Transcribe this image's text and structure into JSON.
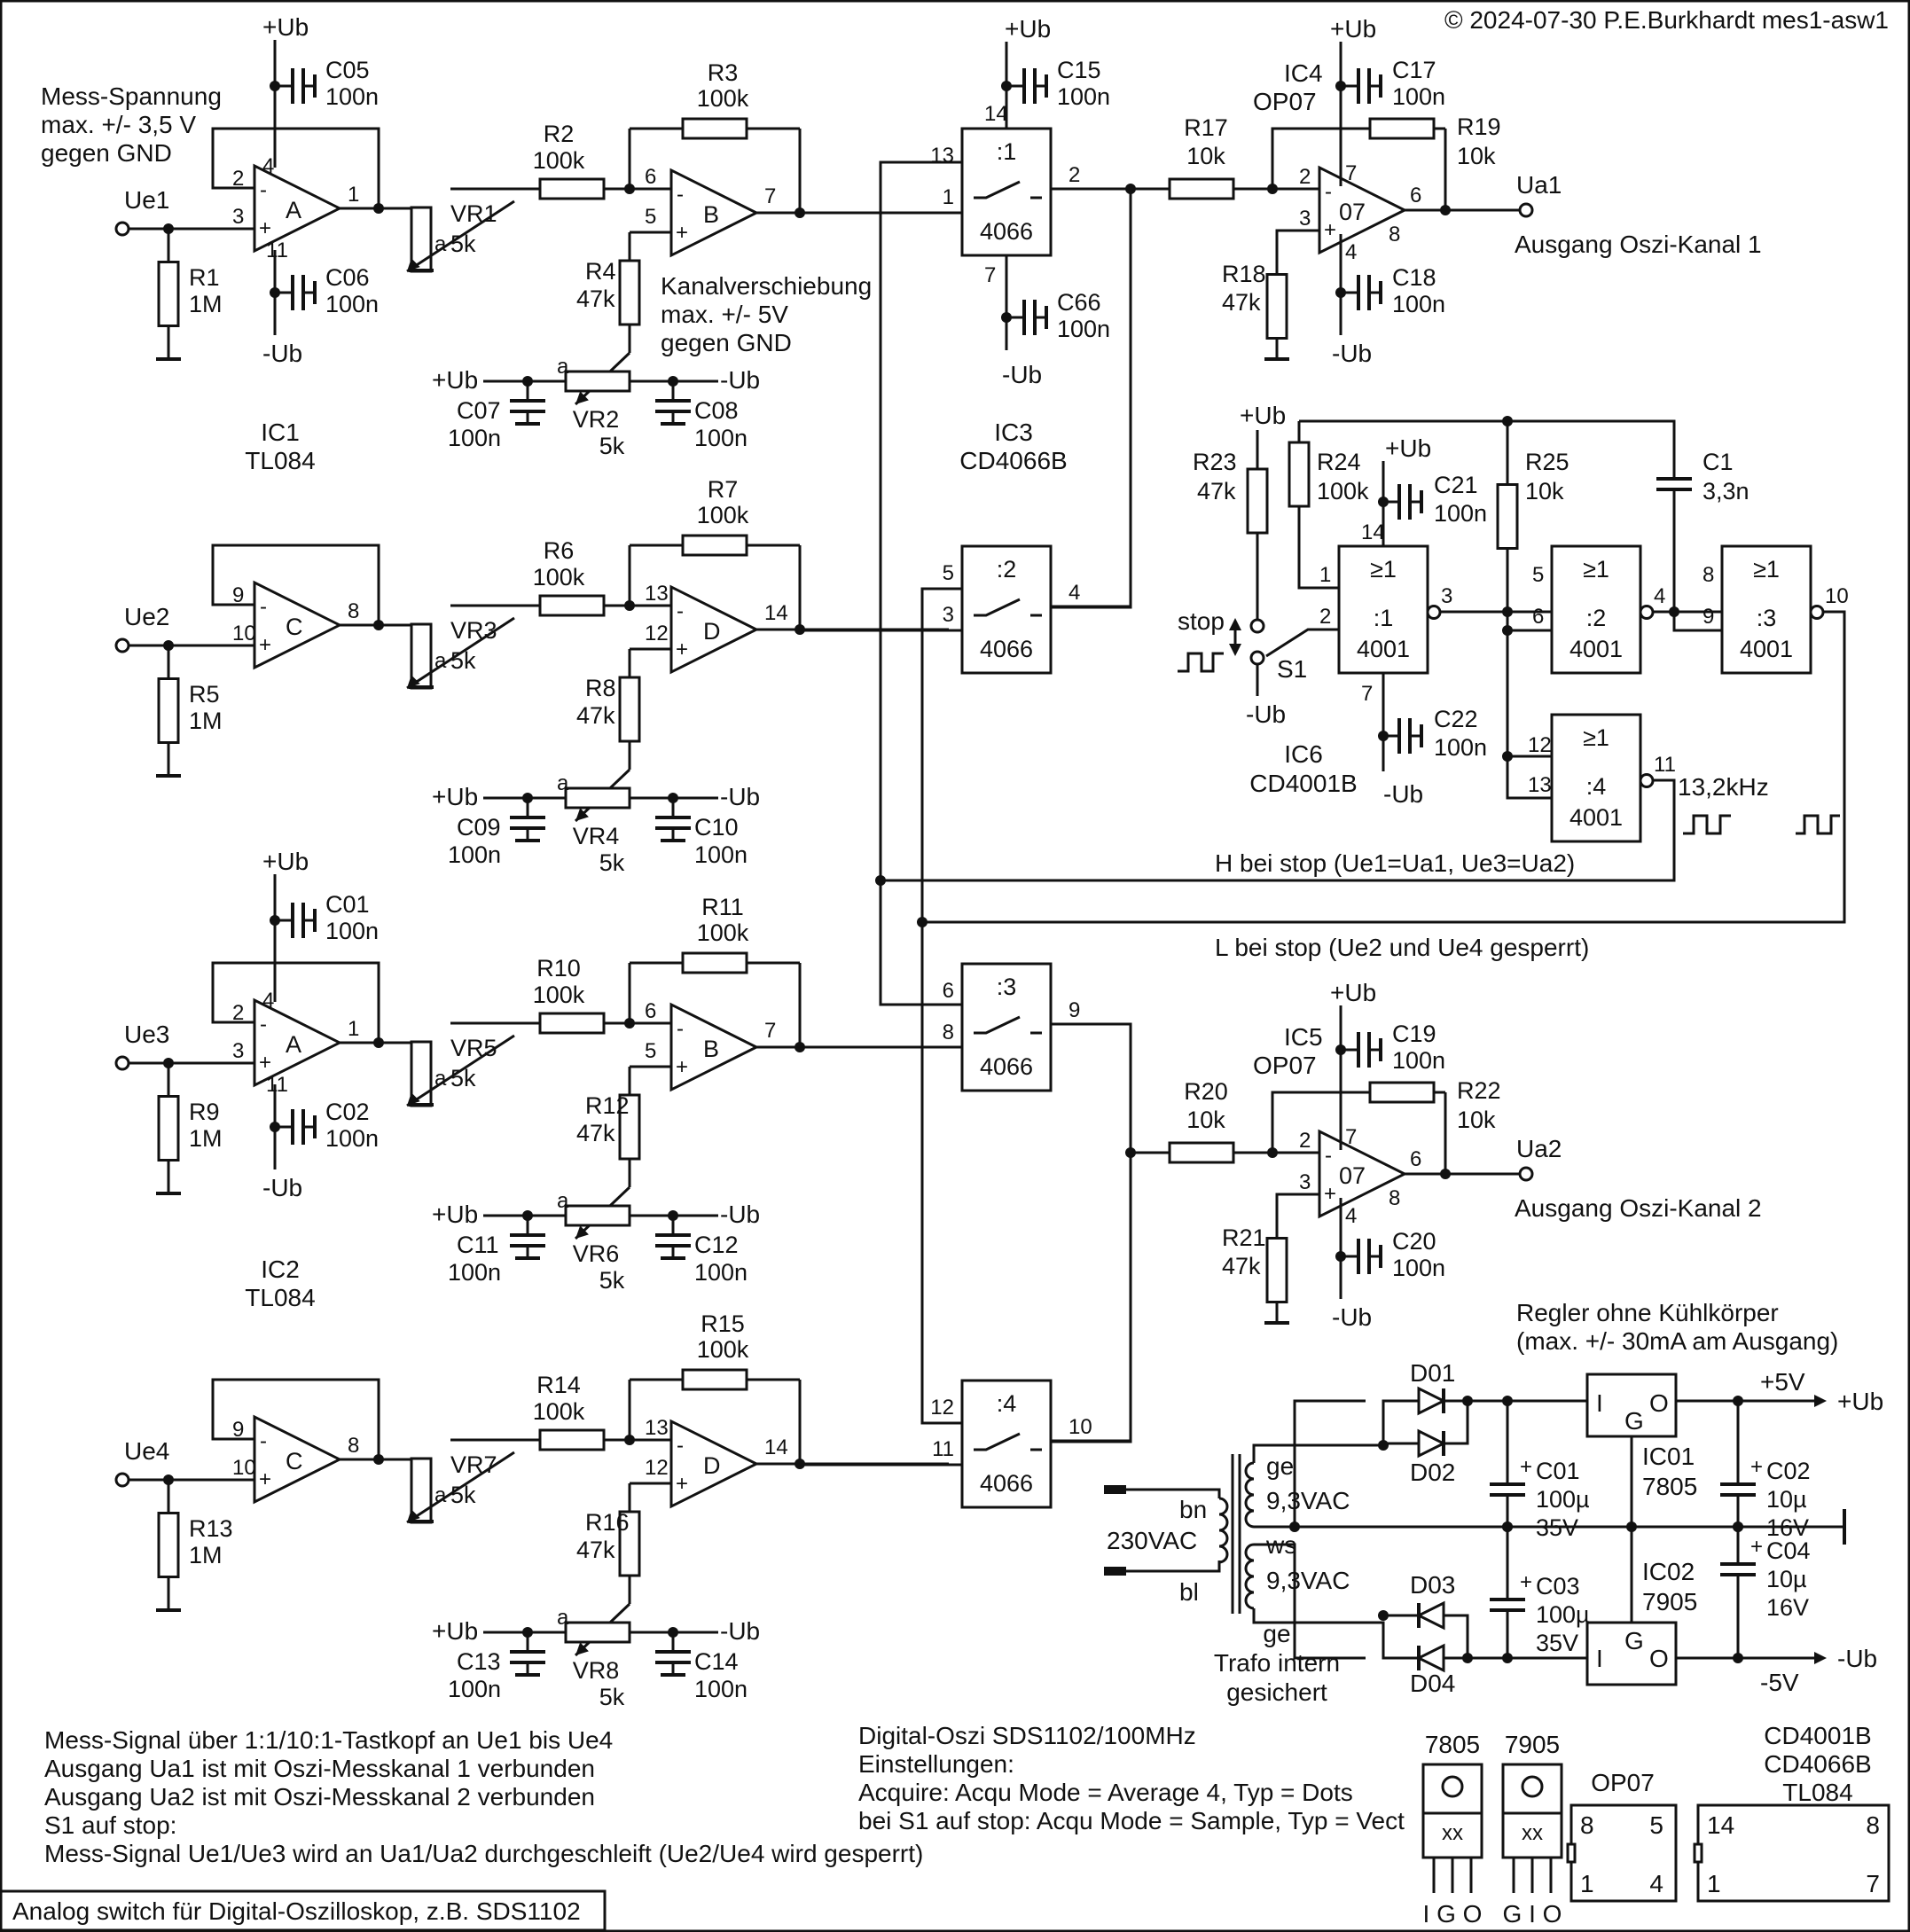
{
  "copyright": "© 2024-07-30 P.E.Burkhardt mes1-asw1",
  "footer_title": "Analog switch für Digital-Oszilloskop, z.B. SDS1102",
  "supply": {
    "pos": "+Ub",
    "neg": "-Ub"
  },
  "input_note": [
    "Mess-Spannung",
    "max. +/- 3,5 V",
    "gegen GND"
  ],
  "offset_note": [
    "Kanalverschiebung",
    "max. +/- 5V",
    "gegen GND"
  ],
  "inputs": [
    "Ue1",
    "Ue2",
    "Ue3",
    "Ue4"
  ],
  "outputs": [
    {
      "name": "Ua1",
      "desc": "Ausgang Oszi-Kanal 1"
    },
    {
      "name": "Ua2",
      "desc": "Ausgang Oszi-Kanal 2"
    }
  ],
  "ic_labels": [
    {
      "ref": "IC1",
      "type": "TL084"
    },
    {
      "ref": "IC2",
      "type": "TL084"
    },
    {
      "ref": "IC3",
      "type": "CD4066B"
    },
    {
      "ref": "IC4",
      "type": "OP07"
    },
    {
      "ref": "IC5",
      "type": "OP07"
    },
    {
      "ref": "IC6",
      "type": "CD4001B"
    }
  ],
  "opamp_channels": [
    {
      "inp": "Ue1",
      "rin": [
        "R1",
        "1M"
      ],
      "buf": "A",
      "buf_pins": [
        "2",
        "3",
        "1",
        "4",
        "11"
      ],
      "pot": [
        "VR1",
        "5k"
      ],
      "rs": [
        "R2",
        "100k"
      ],
      "rf": [
        "R3",
        "100k"
      ],
      "amp": "B",
      "amp_pins": [
        "6",
        "5",
        "7"
      ],
      "ro": [
        "R4",
        "47k"
      ],
      "vr": [
        "VR2",
        "5k"
      ],
      "cl": [
        "C07",
        "100n"
      ],
      "cr": [
        "C08",
        "100n"
      ],
      "cp": [
        "C05",
        "100n"
      ],
      "cn": [
        "C06",
        "100n"
      ]
    },
    {
      "inp": "Ue2",
      "rin": [
        "R5",
        "1M"
      ],
      "buf": "C",
      "buf_pins": [
        "9",
        "10",
        "8"
      ],
      "pot": [
        "VR3",
        "5k"
      ],
      "rs": [
        "R6",
        "100k"
      ],
      "rf": [
        "R7",
        "100k"
      ],
      "amp": "D",
      "amp_pins": [
        "13",
        "12",
        "14"
      ],
      "ro": [
        "R8",
        "47k"
      ],
      "vr": [
        "VR4",
        "5k"
      ],
      "cl": [
        "C09",
        "100n"
      ],
      "cr": [
        "C10",
        "100n"
      ]
    },
    {
      "inp": "Ue3",
      "rin": [
        "R9",
        "1M"
      ],
      "buf": "A",
      "buf_pins": [
        "2",
        "3",
        "1",
        "4",
        "11"
      ],
      "pot": [
        "VR5",
        "5k"
      ],
      "rs": [
        "R10",
        "100k"
      ],
      "rf": [
        "R11",
        "100k"
      ],
      "amp": "B",
      "amp_pins": [
        "6",
        "5",
        "7"
      ],
      "ro": [
        "R12",
        "47k"
      ],
      "vr": [
        "VR6",
        "5k"
      ],
      "cl": [
        "C11",
        "100n"
      ],
      "cr": [
        "C12",
        "100n"
      ],
      "cp": [
        "C01",
        "100n"
      ],
      "cn": [
        "C02",
        "100n"
      ]
    },
    {
      "inp": "Ue4",
      "rin": [
        "R13",
        "1M"
      ],
      "buf": "C",
      "buf_pins": [
        "9",
        "10",
        "8"
      ],
      "pot": [
        "VR7",
        "5k"
      ],
      "rs": [
        "R14",
        "100k"
      ],
      "rf": [
        "R15",
        "100k"
      ],
      "amp": "D",
      "amp_pins": [
        "13",
        "12",
        "14"
      ],
      "ro": [
        "R16",
        "47k"
      ],
      "vr": [
        "VR8",
        "5k"
      ],
      "cl": [
        "C13",
        "100n"
      ],
      "cr": [
        "C14",
        "100n"
      ]
    }
  ],
  "switches": [
    {
      "name": ":1",
      "chip": "4066",
      "pins": [
        "13",
        "1",
        "2"
      ]
    },
    {
      "name": ":2",
      "chip": "4066",
      "pins": [
        "5",
        "3",
        "4"
      ]
    },
    {
      "name": ":3",
      "chip": "4066",
      "pins": [
        "6",
        "8",
        "9"
      ]
    },
    {
      "name": ":4",
      "chip": "4066",
      "pins": [
        "12",
        "11",
        "10"
      ]
    }
  ],
  "ic3_pins": {
    "vdd": "14",
    "vss": "7"
  },
  "ic3_caps": [
    [
      "C15",
      "100n"
    ],
    [
      "C66",
      "100n"
    ]
  ],
  "out_stages": [
    {
      "rin": [
        "R17",
        "10k"
      ],
      "rf": [
        "R19",
        "10k"
      ],
      "rg": [
        "R18",
        "47k"
      ],
      "ic": [
        "IC4",
        "OP07"
      ],
      "chip": "07",
      "cp": [
        "C17",
        "100n"
      ],
      "cn": [
        "C18",
        "100n"
      ],
      "pins": [
        "2",
        "3",
        "6",
        "7",
        "4",
        "8"
      ]
    },
    {
      "rin": [
        "R20",
        "10k"
      ],
      "rf": [
        "R22",
        "10k"
      ],
      "rg": [
        "R21",
        "47k"
      ],
      "ic": [
        "IC5",
        "OP07"
      ],
      "chip": "07",
      "cp": [
        "C19",
        "100n"
      ],
      "cn": [
        "C20",
        "100n"
      ],
      "pins": [
        "2",
        "3",
        "6",
        "7",
        "4",
        "8"
      ]
    }
  ],
  "logic": {
    "r23": [
      "R23",
      "47k"
    ],
    "r24": [
      "R24",
      "100k"
    ],
    "r25": [
      "R25",
      "10k"
    ],
    "c1": [
      "C1",
      "3,3n"
    ],
    "c21": [
      "C21",
      "100n"
    ],
    "c22": [
      "C22",
      "100n"
    ],
    "gate_symbol": "≥1",
    "gates": [
      {
        "name": ":1",
        "chip": "4001",
        "pins": [
          "1",
          "2",
          "3"
        ]
      },
      {
        "name": ":2",
        "chip": "4001",
        "pins": [
          "5",
          "6",
          "4"
        ]
      },
      {
        "name": ":3",
        "chip": "4001",
        "pins": [
          "8",
          "9",
          "10"
        ]
      },
      {
        "name": ":4",
        "chip": "4001",
        "pins": [
          "12",
          "13",
          "11"
        ]
      }
    ],
    "vdd_pin": "14",
    "vss_pin": "7",
    "switch": "S1",
    "stop": "stop",
    "freq": "13,2kHz"
  },
  "control_notes": [
    "H bei stop (Ue1=Ua1, Ue3=Ua2)",
    "L bei stop (Ue2 und Ue4 gesperrt)"
  ],
  "power": {
    "title": [
      "Regler ohne Kühlkörper",
      "(max. +/- 30mA am Ausgang)"
    ],
    "mains": "230VAC",
    "bn": "bn",
    "bl": "bl",
    "ge": "ge",
    "ws": "ws",
    "vac": "9,3VAC",
    "trafo": [
      "Trafo intern",
      "gesichert"
    ],
    "diodes": [
      "D01",
      "D02",
      "D03",
      "D04"
    ],
    "c01": [
      "C01",
      "100µ",
      "35V"
    ],
    "c03": [
      "C03",
      "100µ",
      "35V"
    ],
    "c02": [
      "C02",
      "10µ",
      "16V"
    ],
    "c04": [
      "C04",
      "10µ",
      "16V"
    ],
    "ic01": [
      "IC01",
      "7805"
    ],
    "ic02": [
      "IC02",
      "7905"
    ],
    "pins": [
      "I",
      "G",
      "O"
    ],
    "p5": "+5V",
    "m5": "-5V"
  },
  "notes_left": [
    "Mess-Signal über 1:1/10:1-Tastkopf an Ue1 bis Ue4",
    "Ausgang Ua1 ist mit Oszi-Messkanal 1 verbunden",
    "Ausgang Ua2 ist mit Oszi-Messkanal 2 verbunden",
    "S1 auf stop:",
    "Mess-Signal Ue1/Ue3 wird an Ua1/Ua2 durchgeschleift (Ue2/Ue4 wird gesperrt)"
  ],
  "notes_right": [
    "Digital-Oszi SDS1102/100MHz",
    "Einstellungen:",
    "Acquire: Acqu Mode = Average 4, Typ = Dots",
    "bei S1 auf stop: Acqu Mode = Sample, Typ = Vect"
  ],
  "packages": {
    "to220": [
      {
        "name": "7805",
        "mark": "xx",
        "pins": "I G O"
      },
      {
        "name": "7905",
        "mark": "xx",
        "pins": "G I O"
      }
    ],
    "dip8": {
      "name": "OP07",
      "pins": [
        "8",
        "5",
        "1",
        "4"
      ]
    },
    "dip14": {
      "names": [
        "CD4001B",
        "CD4066B",
        "TL084"
      ],
      "pins": [
        "14",
        "8",
        "1",
        "7"
      ]
    }
  }
}
